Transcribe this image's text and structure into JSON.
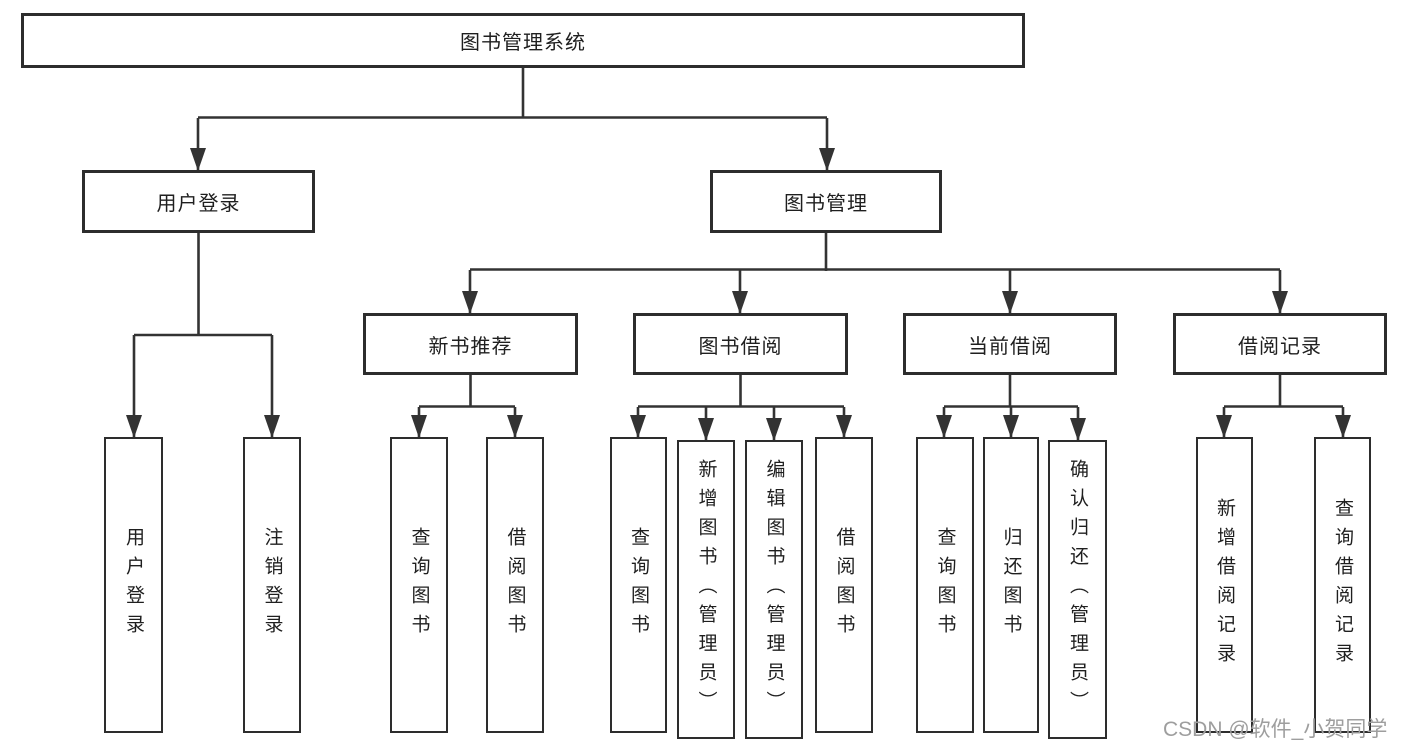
{
  "watermark": "CSDN @软件_小贺同学",
  "colors": {
    "background": "#ffffff",
    "box_border": "#2d2d2d",
    "line": "#333333",
    "text": "#1f1f1f",
    "watermark": "#9e9e9e"
  },
  "diagram": {
    "type": "tree",
    "title": "图书管理系统",
    "nodes": [
      {
        "id": "root",
        "label": "图书管理系统",
        "parent": null,
        "level": 1
      },
      {
        "id": "user-login",
        "label": "用户登录",
        "parent": "root",
        "level": 2
      },
      {
        "id": "book-management",
        "label": "图书管理",
        "parent": "root",
        "level": 2
      },
      {
        "id": "new-book-recommend",
        "label": "新书推荐",
        "parent": "book-management",
        "level": 3
      },
      {
        "id": "book-borrowing",
        "label": "图书借阅",
        "parent": "book-management",
        "level": 3
      },
      {
        "id": "current-borrowing",
        "label": "当前借阅",
        "parent": "book-management",
        "level": 3
      },
      {
        "id": "borrowing-records",
        "label": "借阅记录",
        "parent": "book-management",
        "level": 3
      },
      {
        "id": "leaf-user-login",
        "label": "用户登录",
        "parent": "user-login",
        "level": 4
      },
      {
        "id": "leaf-logout",
        "label": "注销登录",
        "parent": "user-login",
        "level": 4
      },
      {
        "id": "leaf-query-books-1",
        "label": "查询图书",
        "parent": "new-book-recommend",
        "level": 4
      },
      {
        "id": "leaf-borrow-books-1",
        "label": "借阅图书",
        "parent": "new-book-recommend",
        "level": 4
      },
      {
        "id": "leaf-query-books-2",
        "label": "查询图书",
        "parent": "book-borrowing",
        "level": 4
      },
      {
        "id": "leaf-add-books",
        "label": "新增图书（管理员）",
        "parent": "book-borrowing",
        "level": 4
      },
      {
        "id": "leaf-edit-books",
        "label": "编辑图书（管理员）",
        "parent": "book-borrowing",
        "level": 4
      },
      {
        "id": "leaf-borrow-books-2",
        "label": "借阅图书",
        "parent": "book-borrowing",
        "level": 4
      },
      {
        "id": "leaf-query-books-3",
        "label": "查询图书",
        "parent": "current-borrowing",
        "level": 4
      },
      {
        "id": "leaf-return-books",
        "label": "归还图书",
        "parent": "current-borrowing",
        "level": 4
      },
      {
        "id": "leaf-confirm-return",
        "label": "确认归还（管理员）",
        "parent": "current-borrowing",
        "level": 4
      },
      {
        "id": "leaf-add-borrow-record",
        "label": "新增借阅记录",
        "parent": "borrowing-records",
        "level": 4
      },
      {
        "id": "leaf-query-borrow-record",
        "label": "查询借阅记录",
        "parent": "borrowing-records",
        "level": 4
      }
    ]
  }
}
